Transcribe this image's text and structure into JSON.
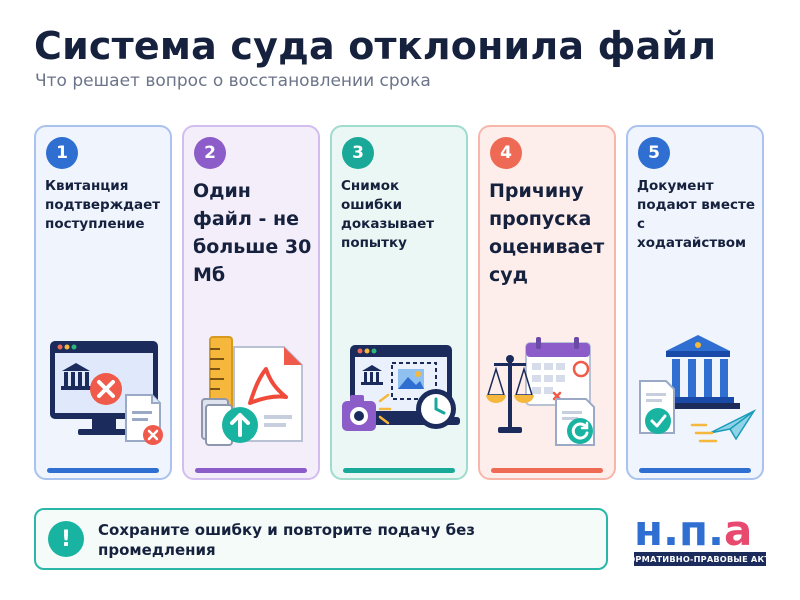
{
  "header": {
    "title": "Система суда отклонила файл",
    "subtitle": "Что решает вопрос о восстановлении срока"
  },
  "cards": [
    {
      "number": "1",
      "text": "Квитанция подтверждает поступление",
      "accent": "#2f6fd1",
      "icon": "monitor-court-error-icon"
    },
    {
      "number": "2",
      "text": "Один файл - не больше 30 Мб",
      "accent": "#8c5cc9",
      "icon": "pdf-file-size-icon"
    },
    {
      "number": "3",
      "text": "Снимок ошибки доказывает попытку",
      "accent": "#1aa898",
      "icon": "screenshot-clock-icon"
    },
    {
      "number": "4",
      "text": "Причину пропуска оценивает суд",
      "accent": "#ef6a55",
      "icon": "scales-calendar-icon"
    },
    {
      "number": "5",
      "text": "Документ подают вместе с ходатайством",
      "accent": "#2f6fd1",
      "icon": "court-document-send-icon"
    }
  ],
  "tip": {
    "badge": "!",
    "text": "Сохраните ошибку и повторите подачу без промедления",
    "accent": "#19b3a2"
  },
  "logo": {
    "letter1": "н",
    "letter2": "п",
    "letter3": "а",
    "caption": "НОРМАТИВНО-ПРАВОВЫЕ АКТЫ"
  }
}
